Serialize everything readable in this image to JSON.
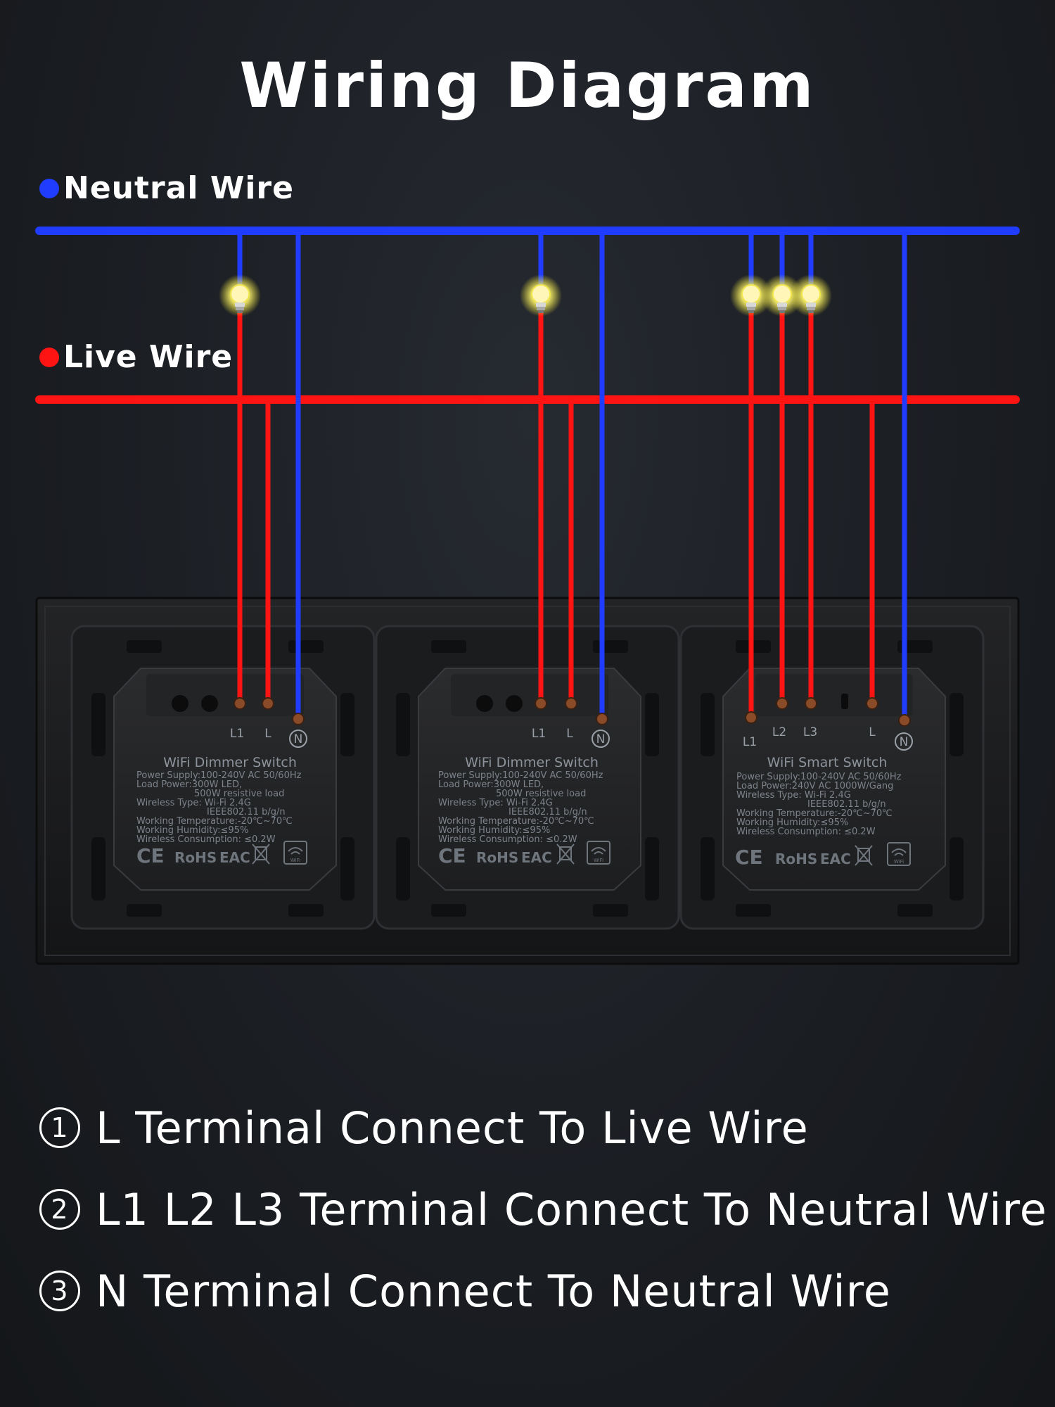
{
  "title": "Wiring Diagram",
  "legend": {
    "neutral": {
      "label": "Neutral Wire",
      "color": "#1f3cff"
    },
    "live": {
      "label": "Live Wire",
      "color": "#ff1414"
    }
  },
  "modules": [
    {
      "name": "WiFi Dimmer Switch",
      "terminals": [
        "L1",
        "L",
        "N"
      ],
      "specs": [
        "Power Supply:100-240V AC 50/60Hz",
        "Load Power:300W LED,",
        "500W resistive load",
        "Wireless Type: Wi-Fi 2.4G",
        "IEEE802.11 b/g/n",
        "Working Temperature:-20℃~70℃",
        "Working Humidity:≤95%",
        "Wireless Consumption: ≤0.2W"
      ]
    },
    {
      "name": "WiFi Dimmer Switch",
      "terminals": [
        "L1",
        "L",
        "N"
      ],
      "specs": [
        "Power Supply:100-240V AC 50/60Hz",
        "Load Power:300W LED,",
        "500W resistive load",
        "Wireless Type: Wi-Fi 2.4G",
        "IEEE802.11 b/g/n",
        "Working Temperature:-20℃~70℃",
        "Working Humidity:≤95%",
        "Wireless Consumption: ≤0.2W"
      ]
    },
    {
      "name": "WiFi Smart Switch",
      "terminals": [
        "L1",
        "L2",
        "L3",
        "L",
        "N"
      ],
      "specs": [
        "Power Supply:100-240V AC 50/60Hz",
        "Load Power:240V AC 1000W/Gang",
        "Wireless Type: Wi-Fi 2.4G",
        "IEEE802.11 b/g/n",
        "Working Temperature:-20℃~70℃",
        "Working Humidity:≤95%",
        "Wireless Consumption: ≤0.2W"
      ]
    }
  ],
  "certifications": {
    "ce": "CE",
    "rohs": "RoHS",
    "eac": "EAC",
    "wifi": "WiFi"
  },
  "instructions": [
    {
      "num": "1",
      "text": "L Terminal Connect To Live Wire"
    },
    {
      "num": "2",
      "text": "L1 L2 L3 Terminal Connect To Neutral Wire"
    },
    {
      "num": "3",
      "text": "N Terminal Connect To Neutral Wire"
    }
  ]
}
